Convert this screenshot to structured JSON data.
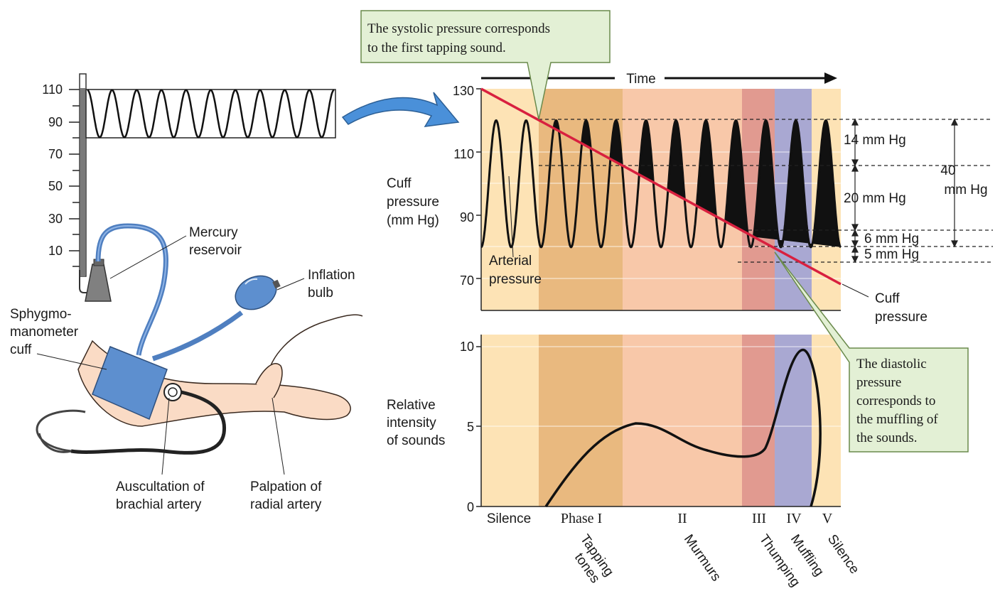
{
  "callouts": {
    "systolic": [
      "The systolic pressure corresponds",
      "to the first tapping sound."
    ],
    "diastolic": [
      "The diastolic",
      "pressure",
      "corresponds to",
      "the muffling of",
      "the sounds."
    ]
  },
  "manometer": {
    "ticks": [
      "110",
      "90",
      "70",
      "50",
      "30",
      "10"
    ],
    "labels": {
      "mercury_reservoir": [
        "Mercury",
        "reservoir"
      ],
      "inflation_bulb": [
        "Inflation",
        "bulb"
      ],
      "cuff": [
        "Sphygmo-",
        "manometer",
        "cuff"
      ],
      "auscultation": [
        "Auscultation of",
        "brachial artery"
      ],
      "palpation": [
        "Palpation of",
        "radial artery"
      ]
    }
  },
  "pressure_chart": {
    "time_label": "Time",
    "ylabel": [
      "Cuff",
      "pressure",
      "(mm Hg)"
    ],
    "yticks": [
      "130",
      "110",
      "90",
      "70"
    ],
    "arterial_label": [
      "Arterial",
      "pressure"
    ],
    "cuff_label": [
      "Cuff",
      "pressure"
    ],
    "intervals": [
      "14 mm Hg",
      "20 mm Hg",
      "6 mm Hg",
      "5 mm Hg"
    ],
    "total_interval": [
      "40",
      "mm Hg"
    ]
  },
  "intensity_chart": {
    "ylabel": [
      "Relative",
      "intensity",
      "of sounds"
    ],
    "yticks": [
      "10",
      "5",
      "0"
    ]
  },
  "phases": {
    "names": [
      "Silence",
      "Phase I",
      "II",
      "III",
      "IV",
      "V"
    ],
    "sounds": [
      "Tapping",
      "tones",
      "Murmurs",
      "Thumping",
      "Muffling",
      "Silence"
    ]
  },
  "colors": {
    "silence": "#fde3b5",
    "phase1": "#e9b97f",
    "phase2": "#f8c8a9",
    "phase3": "#e19a90",
    "phase4": "#a9a8d2",
    "cuff_line": "#d8203f",
    "callout_fill": "#e3f0d5",
    "callout_stroke": "#6a8a4c",
    "equipment_blue": "#5d8fcf"
  },
  "chart_data": [
    {
      "type": "line",
      "series": [
        {
          "values_desc": "",
          "x": [
            0,
            1
          ],
          "y": [
            130,
            69
          ]
        }
      ],
      "yticks": [
        130,
        110,
        90,
        70
      ],
      "ylim": [
        60,
        130
      ],
      "arterial_systolic": 120,
      "arterial_diastolic": 80
    },
    {
      "type": "line",
      "x": [
        0.18,
        0.43,
        0.63,
        0.79,
        0.895,
        1.0
      ],
      "y": [
        0,
        5.2,
        3.5,
        3.2,
        9.8,
        0
      ],
      "ylim": [
        0,
        10
      ],
      "yticks": [
        10,
        5,
        0
      ]
    }
  ]
}
